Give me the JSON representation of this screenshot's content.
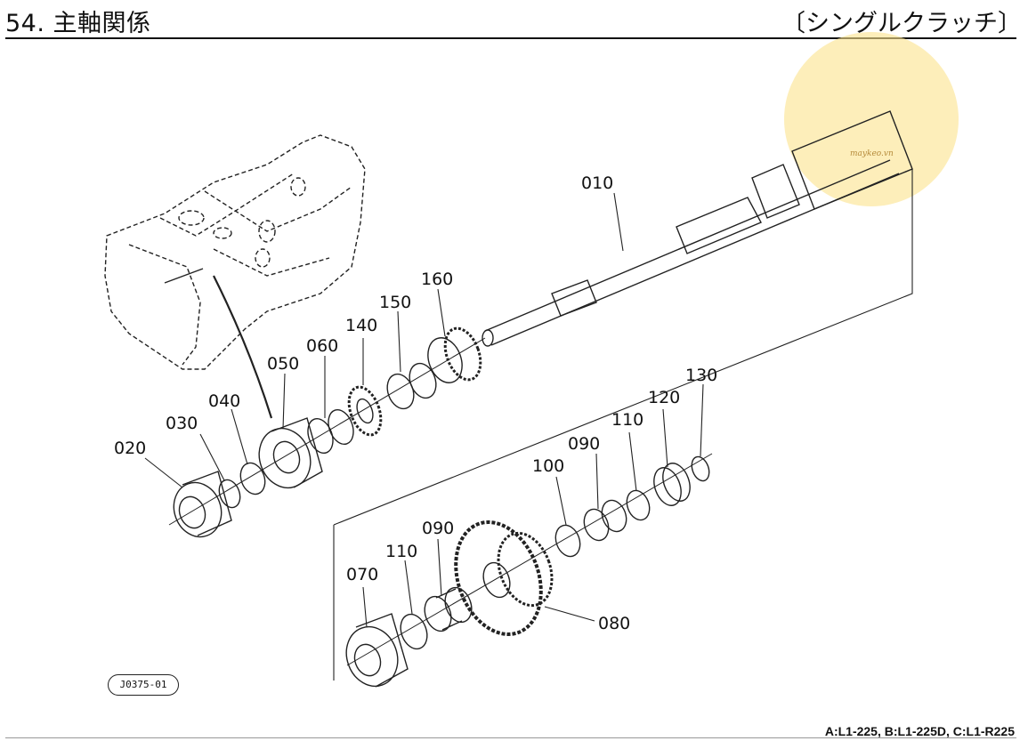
{
  "header": {
    "title": "54. 主軸関係",
    "subtitle": "〔シングルクラッチ〕"
  },
  "parts": {
    "p010": "010",
    "p020": "020",
    "p030": "030",
    "p040": "040",
    "p050": "050",
    "p060": "060",
    "p070": "070",
    "p080": "080",
    "p090a": "090",
    "p090b": "090",
    "p100": "100",
    "p110a": "110",
    "p110b": "110",
    "p120": "120",
    "p130": "130",
    "p140": "140",
    "p150": "150",
    "p160": "160"
  },
  "figure_code": "J0375-01",
  "footer": {
    "models": "A:L1-225, B:L1-225D, C:L1-R225"
  },
  "watermark": {
    "text": "maykeo.vn",
    "color": "#fce28c"
  }
}
